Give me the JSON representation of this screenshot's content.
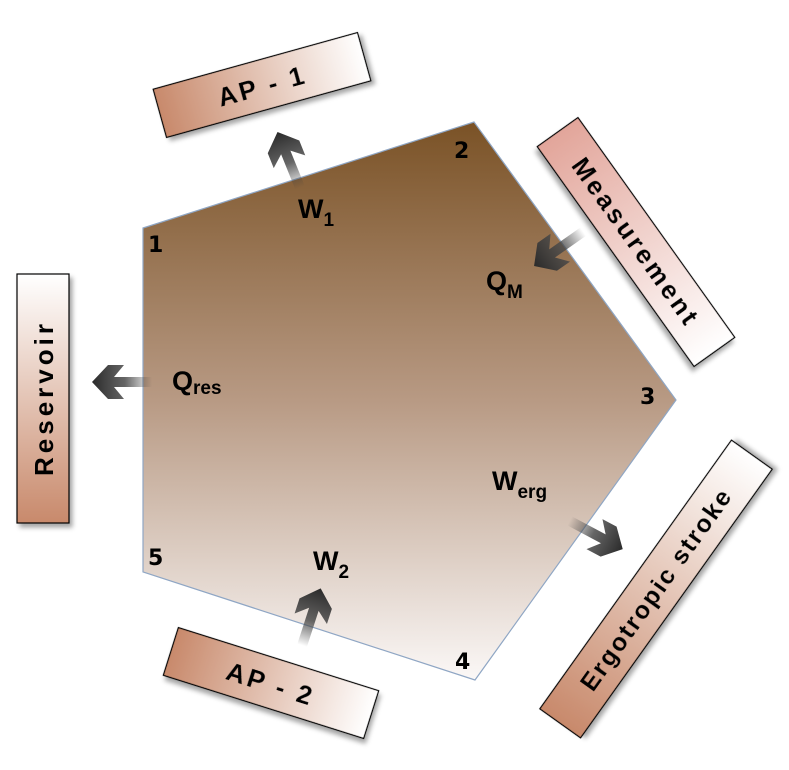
{
  "boxes": {
    "ap1": "AP - 1",
    "ap2": "AP - 2",
    "measurement": "Measurement",
    "reservoir": "Reservoir",
    "ergotropic": "Ergotropic stroke"
  },
  "vertices": {
    "v1": "1",
    "v2": "2",
    "v3": "3",
    "v4": "4",
    "v5": "5"
  },
  "flows": {
    "w1": {
      "main": "W",
      "sub": "1"
    },
    "qm": {
      "main": "Q",
      "sub": "M"
    },
    "qres": {
      "main": "Q",
      "sub": "res"
    },
    "werg": {
      "main": "W",
      "sub": "erg"
    },
    "w2": {
      "main": "W",
      "sub": "2"
    }
  },
  "colors": {
    "pentagon_top": "#7a5226",
    "pentagon_bottom": "#fbf8f7",
    "box_brown": "#c8896b",
    "box_pink": "#e2a59a",
    "arrow_dark": "#3a3a3a"
  }
}
